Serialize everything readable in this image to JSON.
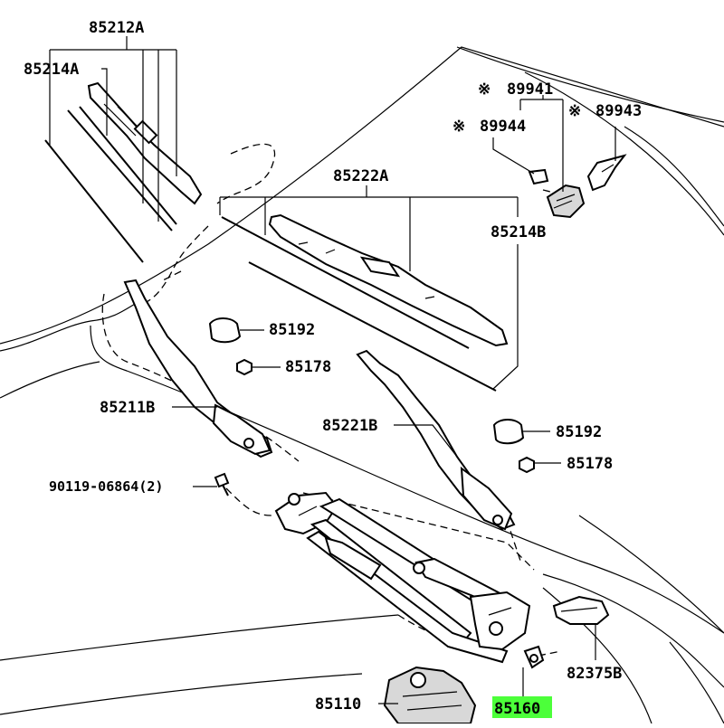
{
  "diagram": {
    "highlight_color": "#4cff3a",
    "labels": {
      "p85212A": "85212A",
      "p85214A": "85214A",
      "p89941": "89941",
      "p89944": "89944",
      "p89943": "89943",
      "p85222A": "85222A",
      "p85214B": "85214B",
      "p85192a": "85192",
      "p85178a": "85178",
      "p85211B": "85211B",
      "p85221B": "85221B",
      "p85192b": "85192",
      "p85178b": "85178",
      "p90119": "90119-06864(2)",
      "p82375B": "82375B",
      "p85110": "85110",
      "p85160": "85160"
    },
    "note_mark": "※"
  }
}
